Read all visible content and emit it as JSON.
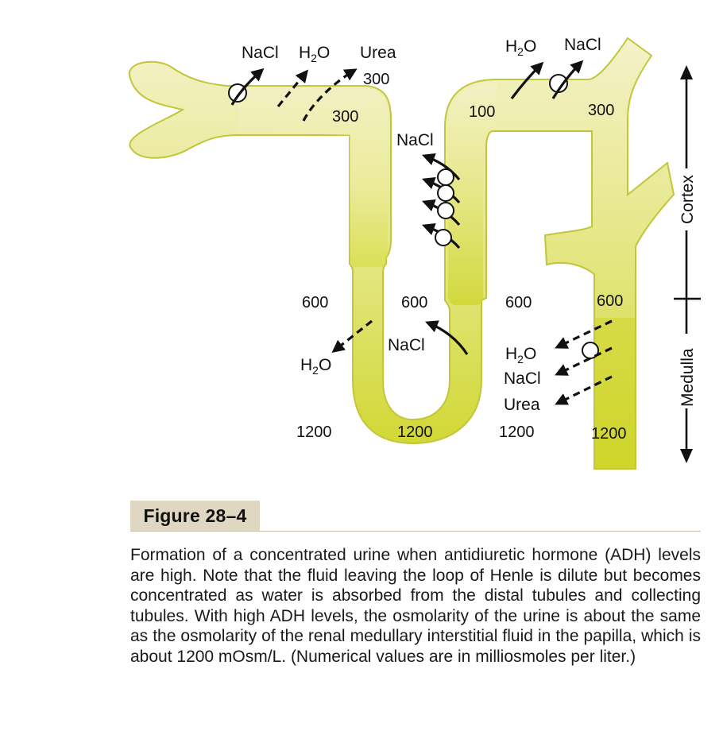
{
  "diagram": {
    "labels": {
      "pct_nacl": "NaCl",
      "pct_h2o": "H",
      "pct_urea": "Urea",
      "pct_osm_1": "300",
      "pct_osm_2": "300",
      "dist_h2o": "H",
      "dist_nacl": "NaCl",
      "tal_osm": "100",
      "dist_osm": "300",
      "asc_nacl": "NaCl",
      "desc_h2o": "H",
      "loop_nacl": "NaCl",
      "cd_h2o": "H",
      "cd_nacl": "NaCl",
      "cd_urea": "Urea",
      "subscript_2": "2",
      "water_o": "O"
    },
    "osmolarity": {
      "row_600": [
        "600",
        "600",
        "600",
        "600"
      ],
      "row_1200": [
        "1200",
        "1200",
        "1200",
        "1200"
      ]
    },
    "zones": {
      "cortex": "Cortex",
      "medulla": "Medulla"
    },
    "colors": {
      "tubule_light": "#f3f1c4",
      "tubule_dark": "#cfd62a",
      "tubule_outline": "#c2c63a"
    }
  },
  "figure": {
    "label": "Figure 28–4",
    "caption": "Formation of a concentrated urine when antidiuretic hormone (ADH) levels are high. Note that the fluid leaving the loop of Henle is dilute but becomes concentrated as water is absorbed from the distal tubules and collecting tubules. With high ADH levels, the osmolarity of the urine is about the same as the osmolarity of the renal medullary interstitial fluid in the papilla, which is about 1200 mOsm/L. (Numerical values are in milliosmoles per liter.)"
  }
}
